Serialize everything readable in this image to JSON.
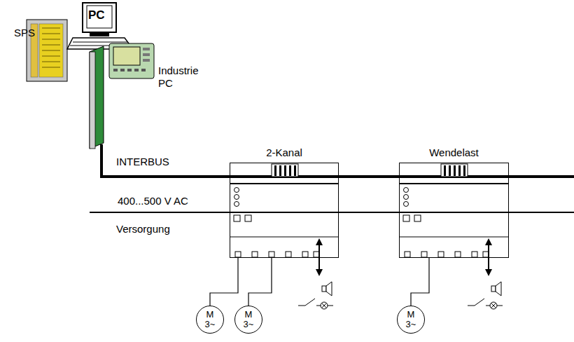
{
  "diagram": {
    "nodes": [
      {
        "text": [
          "2-Kanal"
        ]
      },
      {
        "text": [
          "Wendelast"
        ]
      },
      {
        "text": [
          "M",
          "3~"
        ]
      },
      {
        "text": [
          "M",
          "3~"
        ]
      },
      {
        "text": [
          "M",
          "3~"
        ]
      }
    ],
    "edges": [
      {
        "from": 0,
        "to": 2,
        "arrow": "none"
      },
      {
        "from": 0,
        "to": 3,
        "arrow": "none"
      },
      {
        "from": 1,
        "to": 4,
        "arrow": "none"
      }
    ],
    "labels": [
      "SPS",
      "PC",
      "Industrie PC",
      "INTERBUS",
      "400...500 V AC",
      "Versorgung"
    ]
  }
}
